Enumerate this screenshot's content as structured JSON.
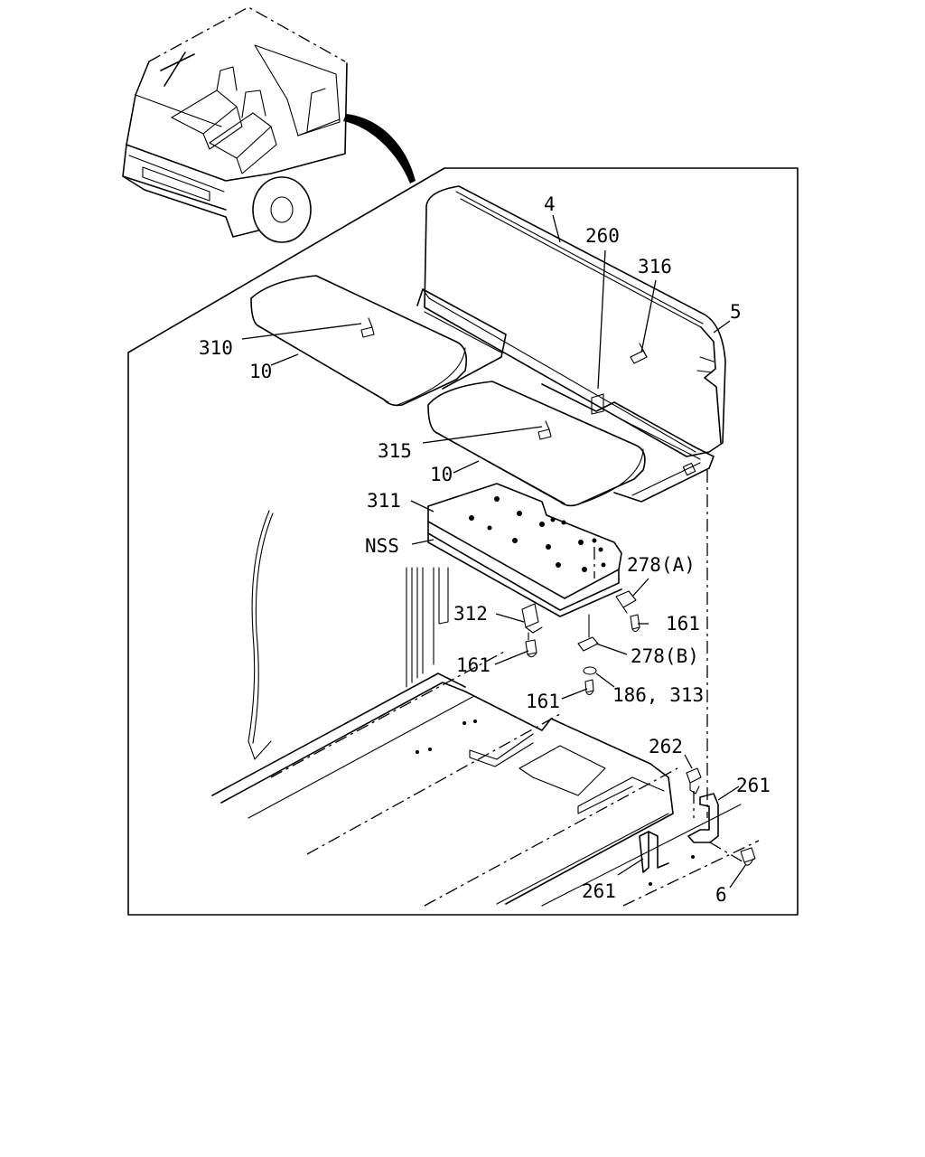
{
  "callouts": {
    "c4": "4",
    "c260": "260",
    "c316": "316",
    "c5": "5",
    "c310": "310",
    "c10a": "10",
    "c315": "315",
    "c10b": "10",
    "c311": "311",
    "cNSS": "NSS",
    "c278A": "278(A)",
    "c312": "312",
    "c161a": "161",
    "c278B": "278(B)",
    "c161b": "161",
    "c161c": "161",
    "c186_313": "186, 313",
    "c262": "262",
    "c261a": "261",
    "c261b": "261",
    "c6": "6"
  }
}
